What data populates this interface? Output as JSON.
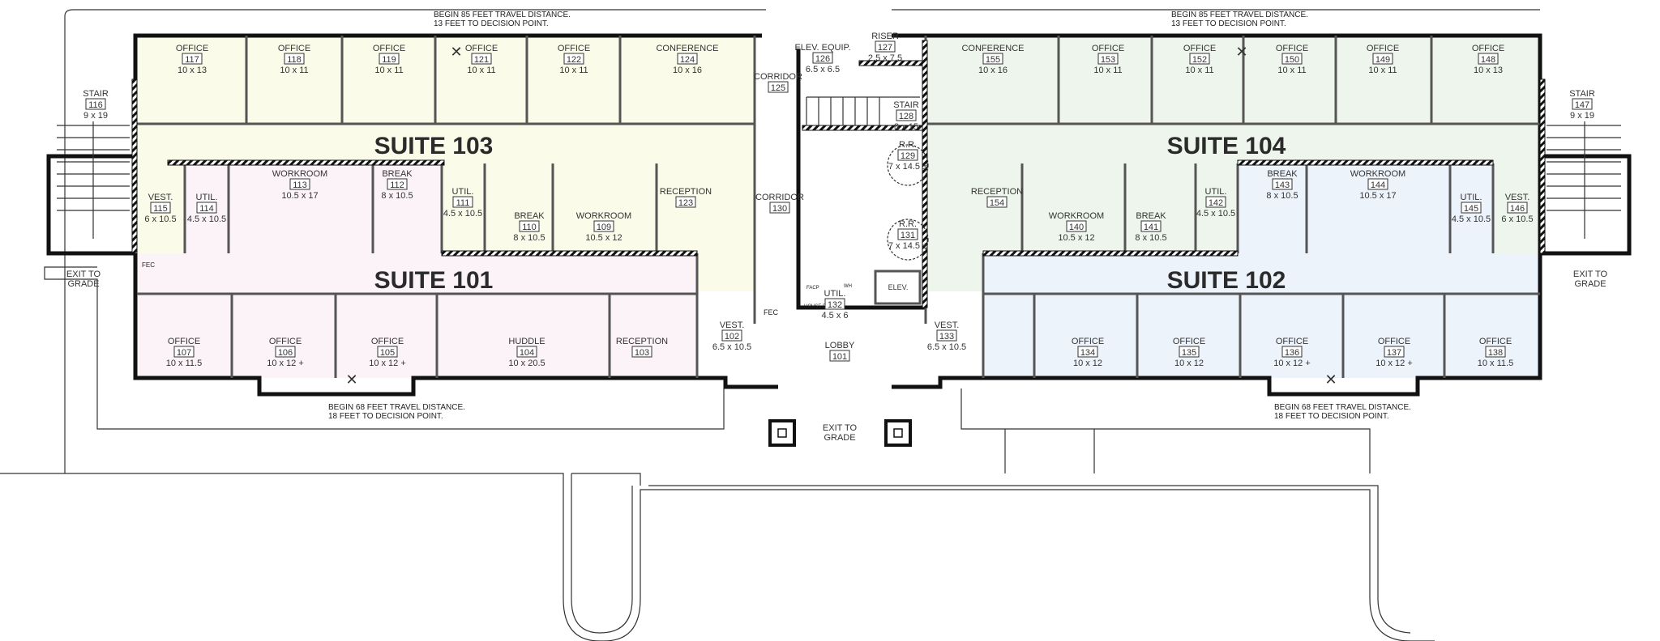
{
  "colors": {
    "suite_101": "#fbf3f8",
    "suite_102": "#edf3fb",
    "suite_103": "#fafbe9",
    "suite_104": "#eef5ec",
    "walls": "#111111"
  },
  "suites": [
    {
      "id": "s103",
      "label": "SUITE 103"
    },
    {
      "id": "s101",
      "label": "SUITE 101"
    },
    {
      "id": "s104",
      "label": "SUITE 104"
    },
    {
      "id": "s102",
      "label": "SUITE 102"
    }
  ],
  "notes": {
    "travel_top_left": [
      "BEGIN 85 FEET TRAVEL DISTANCE.",
      "13 FEET TO DECISION POINT."
    ],
    "travel_top_right": [
      "BEGIN 85 FEET TRAVEL DISTANCE.",
      "13 FEET TO DECISION POINT."
    ],
    "travel_bottom_left": [
      "BEGIN 68 FEET TRAVEL DISTANCE.",
      "18 FEET TO DECISION POINT."
    ],
    "travel_bottom_right": [
      "BEGIN 68 FEET TRAVEL DISTANCE.",
      "18 FEET TO DECISION POINT."
    ],
    "exit_left": [
      "EXIT TO",
      "GRADE"
    ],
    "exit_center": [
      "EXIT TO",
      "GRADE"
    ],
    "exit_right": [
      "EXIT TO",
      "GRADE"
    ],
    "fec_left": "FEC",
    "fec_center": "FEC",
    "facp": "FACP",
    "house_ep": "HOUSE EP",
    "wh": "WH",
    "elev": "ELEV."
  },
  "rooms": [
    {
      "name": "OFFICE",
      "number": "117",
      "size": "10 x 13"
    },
    {
      "name": "OFFICE",
      "number": "118",
      "size": "10 x 11"
    },
    {
      "name": "OFFICE",
      "number": "119",
      "size": "10 x 11"
    },
    {
      "name": "OFFICE",
      "number": "121",
      "size": "10 x 11"
    },
    {
      "name": "OFFICE",
      "number": "122",
      "size": "10 x 11"
    },
    {
      "name": "CONFERENCE",
      "number": "124",
      "size": "10 x 16"
    },
    {
      "name": "STAIR",
      "number": "116",
      "size": "9 x 19"
    },
    {
      "name": "VEST.",
      "number": "115",
      "size": "6 x 10.5"
    },
    {
      "name": "UTIL.",
      "number": "114",
      "size": "4.5 x 10.5"
    },
    {
      "name": "WORKROOM",
      "number": "113",
      "size": "10.5 x 17"
    },
    {
      "name": "BREAK",
      "number": "112",
      "size": "8 x 10.5"
    },
    {
      "name": "UTIL.",
      "number": "111",
      "size": "4.5 x 10.5"
    },
    {
      "name": "BREAK",
      "number": "110",
      "size": "8 x 10.5"
    },
    {
      "name": "WORKROOM",
      "number": "109",
      "size": "10.5 x 12"
    },
    {
      "name": "RECEPTION",
      "number": "123",
      "size": ""
    },
    {
      "name": "OFFICE",
      "number": "107",
      "size": "10 x 11.5"
    },
    {
      "name": "OFFICE",
      "number": "106",
      "size": "10 x 12 +"
    },
    {
      "name": "OFFICE",
      "number": "105",
      "size": "10 x 12 +"
    },
    {
      "name": "HUDDLE",
      "number": "104",
      "size": "10 x 20.5"
    },
    {
      "name": "RECEPTION",
      "number": "103",
      "size": ""
    },
    {
      "name": "VEST.",
      "number": "102",
      "size": "6.5 x 10.5"
    },
    {
      "name": "CORRIDOR",
      "number": "125",
      "size": ""
    },
    {
      "name": "ELEV. EQUIP.",
      "number": "126",
      "size": "6.5 x 6.5"
    },
    {
      "name": "RISER",
      "number": "127",
      "size": "2.5 x 7.5"
    },
    {
      "name": "STAIR",
      "number": "128",
      "size": "8 x 15"
    },
    {
      "name": "R.R.",
      "number": "129",
      "size": "7 x 14.5 ±"
    },
    {
      "name": "CORRIDOR",
      "number": "130",
      "size": ""
    },
    {
      "name": "R.R.",
      "number": "131",
      "size": "7 x 14.5 ±"
    },
    {
      "name": "UTIL.",
      "number": "132",
      "size": "4.5 x 6"
    },
    {
      "name": "LOBBY",
      "number": "101",
      "size": ""
    },
    {
      "name": "VEST.",
      "number": "133",
      "size": "6.5 x 10.5"
    },
    {
      "name": "CONFERENCE",
      "number": "155",
      "size": "10 x 16"
    },
    {
      "name": "OFFICE",
      "number": "153",
      "size": "10 x 11"
    },
    {
      "name": "OFFICE",
      "number": "152",
      "size": "10 x 11"
    },
    {
      "name": "OFFICE",
      "number": "150",
      "size": "10 x 11"
    },
    {
      "name": "OFFICE",
      "number": "149",
      "size": "10 x 11"
    },
    {
      "name": "OFFICE",
      "number": "148",
      "size": "10 x 13"
    },
    {
      "name": "STAIR",
      "number": "147",
      "size": "9 x 19"
    },
    {
      "name": "RECEPTION",
      "number": "154",
      "size": ""
    },
    {
      "name": "WORKROOM",
      "number": "140",
      "size": "10.5 x 12"
    },
    {
      "name": "BREAK",
      "number": "141",
      "size": "8 x 10.5"
    },
    {
      "name": "UTIL.",
      "number": "142",
      "size": "4.5 x 10.5"
    },
    {
      "name": "BREAK",
      "number": "143",
      "size": "8 x 10.5"
    },
    {
      "name": "WORKROOM",
      "number": "144",
      "size": "10.5 x 17"
    },
    {
      "name": "UTIL.",
      "number": "145",
      "size": "4.5 x 10.5"
    },
    {
      "name": "VEST.",
      "number": "146",
      "size": "6 x 10.5"
    },
    {
      "name": "OFFICE",
      "number": "134",
      "size": "10 x 12"
    },
    {
      "name": "OFFICE",
      "number": "135",
      "size": "10 x 12"
    },
    {
      "name": "OFFICE",
      "number": "136",
      "size": "10 x 12 +"
    },
    {
      "name": "OFFICE",
      "number": "137",
      "size": "10 x 12 +"
    },
    {
      "name": "OFFICE",
      "number": "138",
      "size": "10 x 11.5"
    }
  ]
}
